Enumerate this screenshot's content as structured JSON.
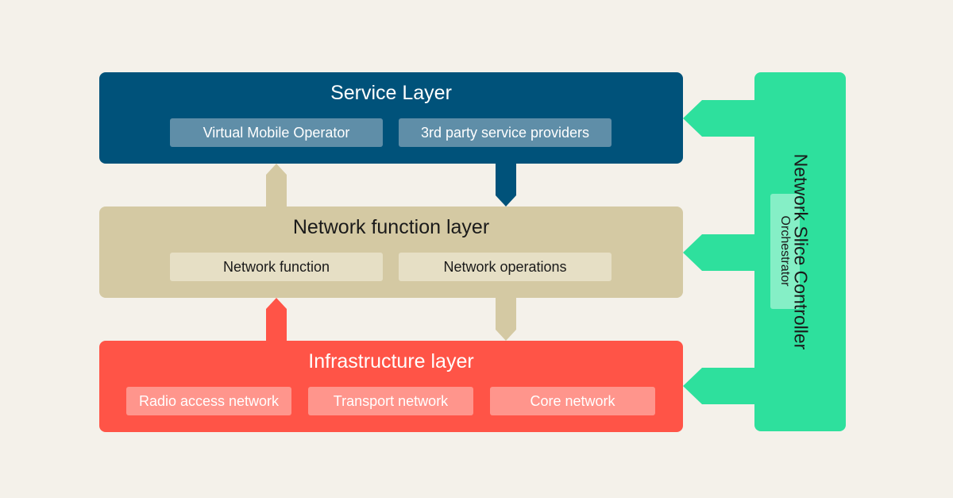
{
  "service_layer": {
    "title": "Service Layer",
    "items": [
      "Virtual Mobile Operator",
      "3rd party service providers"
    ],
    "color": "#00527a"
  },
  "network_function_layer": {
    "title": "Network function layer",
    "items": [
      "Network function",
      "Network operations"
    ],
    "color": "#d4c9a3"
  },
  "infrastructure_layer": {
    "title": "Infrastructure layer",
    "items": [
      "Radio access network",
      "Transport network",
      "Core network"
    ],
    "color": "#ff5447"
  },
  "controller": {
    "title": "Network Slice Controller",
    "orchestrator": "Orchestrator",
    "color": "#2ee09d"
  }
}
